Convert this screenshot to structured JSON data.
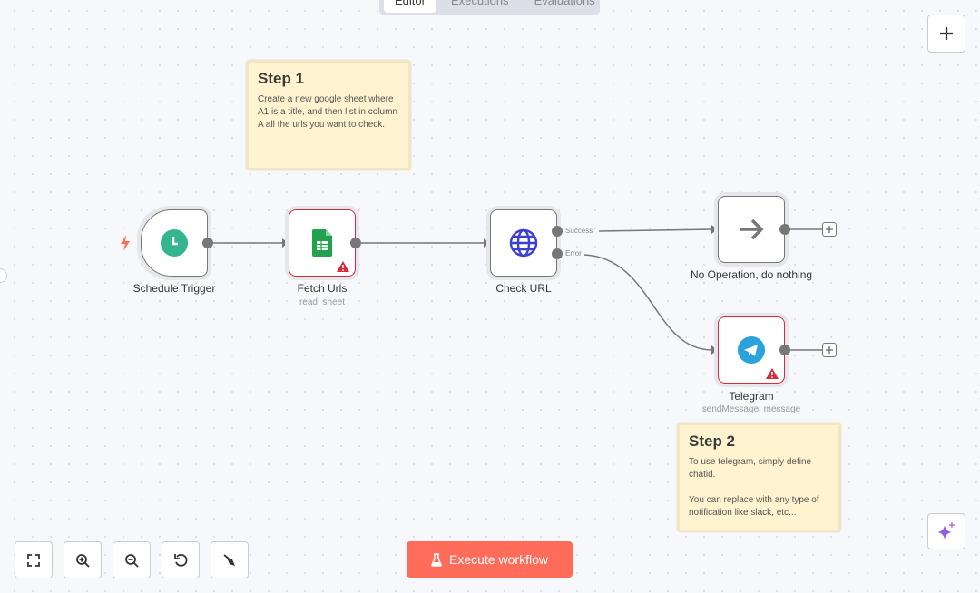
{
  "tabs": [
    {
      "label": "Editor",
      "active": true
    },
    {
      "label": "Executions"
    },
    {
      "label": "Evaluations"
    }
  ],
  "sticky_notes": [
    {
      "title": "Step 1",
      "body": "Create a new google sheet where A1 is a title, and then list in column A all the urls you want to check."
    },
    {
      "title": "Step 2",
      "body": "To use telegram, simply define chatid.\n\nYou can replace with any type of notification like slack, etc..."
    }
  ],
  "nodes": [
    {
      "name": "Schedule Trigger",
      "icon": "clock-icon",
      "color": "#35b58f"
    },
    {
      "name": "Fetch Urls",
      "subtitle": "read: sheet",
      "icon": "google-sheets-icon",
      "color": "#23a24d",
      "warning": true
    },
    {
      "name": "Check URL",
      "icon": "globe-icon",
      "color": "#3e3ed4"
    },
    {
      "name": "No Operation, do nothing",
      "icon": "arrow-right-icon"
    },
    {
      "name": "Telegram",
      "subtitle": "sendMessage: message",
      "icon": "telegram-icon",
      "color": "#2aa3dc",
      "warning": true
    }
  ],
  "outputs": {
    "success": "Success",
    "error": "Error"
  },
  "toolbar": {
    "execute": "Execute workflow"
  },
  "colors": {
    "accent": "#ff6d5a",
    "error": "#d62b3c"
  }
}
